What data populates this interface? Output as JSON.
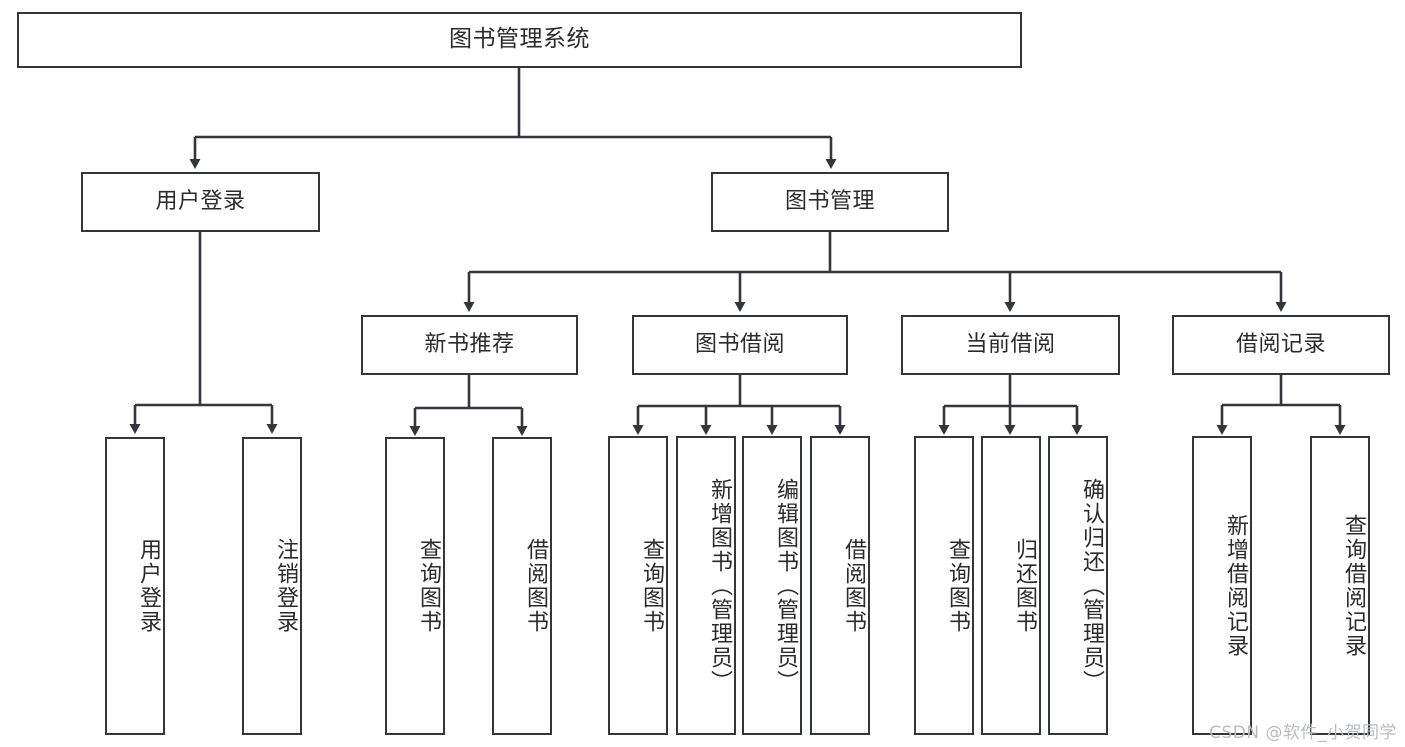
{
  "diagram": {
    "title": "图书管理系统",
    "type": "tree-hierarchy",
    "root": {
      "label": "图书管理系统"
    },
    "level2": [
      {
        "label": "用户登录"
      },
      {
        "label": "图书管理"
      }
    ],
    "level3": [
      {
        "label": "新书推荐"
      },
      {
        "label": "图书借阅"
      },
      {
        "label": "当前借阅"
      },
      {
        "label": "借阅记录"
      }
    ],
    "leaves": {
      "user_login": [
        {
          "label": "用户登录"
        },
        {
          "label": "注销登录"
        }
      ],
      "new_book_recommend": [
        {
          "label": "查询图书"
        },
        {
          "label": "借阅图书"
        }
      ],
      "book_borrow": [
        {
          "label": "查询图书"
        },
        {
          "label": "新增图书（管理员）"
        },
        {
          "label": "编辑图书（管理员）"
        },
        {
          "label": "借阅图书"
        }
      ],
      "current_borrow": [
        {
          "label": "查询图书"
        },
        {
          "label": "归还图书"
        },
        {
          "label": "确认归还（管理员）"
        }
      ],
      "borrow_record": [
        {
          "label": "新增借阅记录"
        },
        {
          "label": "查询借阅记录"
        }
      ]
    }
  },
  "watermark": {
    "text": "CSDN @软件_小贺同学"
  },
  "colors": {
    "border": "#33363b",
    "text": "#2b2b2b",
    "background": "#ffffff",
    "watermark": "#b9bcc0"
  }
}
